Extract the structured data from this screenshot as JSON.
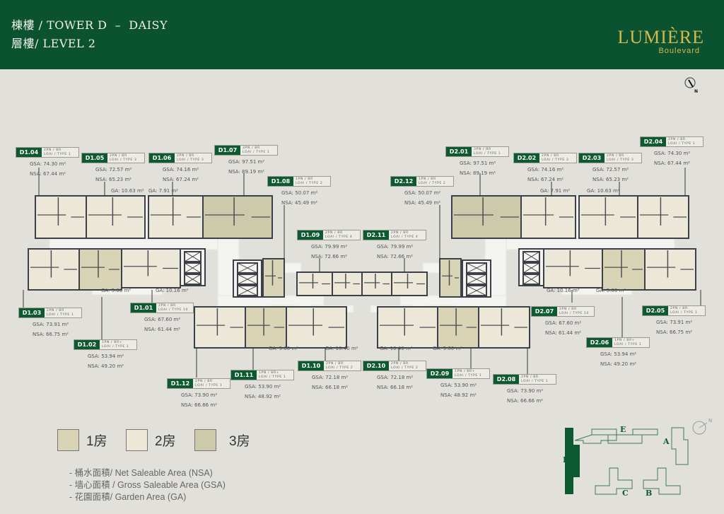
{
  "header": {
    "title_line1": "棟樓 / TOWER D  –  DAISY",
    "title_line2": "層樓/ LEVEL 2",
    "logo_main": "LUMIÈRE",
    "logo_sub": "Boulevard"
  },
  "compass": {
    "north_label": "N"
  },
  "units": [
    {
      "id": "D1.04",
      "rooms": "2PN / BR",
      "type": "LOẠI / TYPE 1",
      "gsa": "GSA: 74.30 m²",
      "nsa": "NSA: 67.44 m²"
    },
    {
      "id": "D1.05",
      "rooms": "2PN / BR",
      "type": "LOẠI / TYPE 3",
      "gsa": "GSA: 72.57 m²",
      "nsa": "NSA: 65.23 m²"
    },
    {
      "id": "D1.06",
      "rooms": "2PN / BR",
      "type": "LOẠI / TYPE 3",
      "gsa": "GSA: 74.16 m²",
      "nsa": "NSA: 67.24 m²"
    },
    {
      "id": "D1.07",
      "rooms": "3PN / BR",
      "type": "LOẠI / TYPE 1",
      "gsa": "GSA: 97.51 m²",
      "nsa": "NSA: 89.19 m²"
    },
    {
      "id": "D1.08",
      "rooms": "1PN / BR",
      "type": "LOẠI / TYPE 2",
      "gsa": "GSA: 50.07 m²",
      "nsa": "NSA: 45.49 m²"
    },
    {
      "id": "D1.09",
      "rooms": "2PN / BR",
      "type": "LOẠI / TYPE 4",
      "gsa": "GSA: 79.99 m²",
      "nsa": "NSA: 72.66 m²"
    },
    {
      "id": "D2.11",
      "rooms": "2PN / BR",
      "type": "LOẠI / TYPE 4",
      "gsa": "GSA: 79.99 m²",
      "nsa": "NSA: 72.66 m²"
    },
    {
      "id": "D2.12",
      "rooms": "1PN / BR",
      "type": "LOẠI / TYPE 2",
      "gsa": "GSA: 50.07 m²",
      "nsa": "NSA: 45.49 m²"
    },
    {
      "id": "D2.01",
      "rooms": "3PN / BR",
      "type": "LOẠI / TYPE 1",
      "gsa": "GSA: 97.51 m²",
      "nsa": "NSA: 89.19 m²"
    },
    {
      "id": "D2.02",
      "rooms": "2PN / BR",
      "type": "LOẠI / TYPE 3",
      "gsa": "GSA: 74.16 m²",
      "nsa": "NSA: 67.24 m²"
    },
    {
      "id": "D2.03",
      "rooms": "2PN / BR",
      "type": "LOẠI / TYPE 3",
      "gsa": "GSA: 72.57 m²",
      "nsa": "NSA: 65.23 m²"
    },
    {
      "id": "D2.04",
      "rooms": "2PN / BR",
      "type": "LOẠI / TYPE 1",
      "gsa": "GSA: 74.30 m²",
      "nsa": "NSA: 67.44 m²"
    },
    {
      "id": "D1.03",
      "rooms": "2PN / BR",
      "type": "LOẠI / TYPE 1",
      "gsa": "GSA: 73.91 m²",
      "nsa": "NSA: 66.75 m²"
    },
    {
      "id": "D1.02",
      "rooms": "1PN / BR+",
      "type": "LOẠI / TYPE 1",
      "gsa": "GSA: 53.94 m²",
      "nsa": "NSA: 49.20 m²"
    },
    {
      "id": "D1.01",
      "rooms": "2PN / BR",
      "type": "LOẠI / TYPE 10",
      "gsa": "GSA: 67.60 m²",
      "nsa": "NSA: 61.44 m²"
    },
    {
      "id": "D1.12",
      "rooms": "2PN / BR",
      "type": "LOẠI / TYPE 1",
      "gsa": "GSA: 73.90 m²",
      "nsa": "NSA: 66.66 m²"
    },
    {
      "id": "D1.11",
      "rooms": "1PN / BR+",
      "type": "LOẠI / TYPE 1",
      "gsa": "GSA: 53.90 m²",
      "nsa": "NSA: 48.92 m²"
    },
    {
      "id": "D1.10",
      "rooms": "2PN / BR",
      "type": "LOẠI / TYPE 2",
      "gsa": "GSA: 72.18 m²",
      "nsa": "NSA: 66.18 m²"
    },
    {
      "id": "D2.10",
      "rooms": "2PN / BR",
      "type": "LOẠI / TYPE 2",
      "gsa": "GSA: 72.18 m²",
      "nsa": "NSA: 66.18 m²"
    },
    {
      "id": "D2.09",
      "rooms": "1PN / BR+",
      "type": "LOẠI / TYPE 1",
      "gsa": "GSA: 53.90 m²",
      "nsa": "NSA: 48.92 m²"
    },
    {
      "id": "D2.08",
      "rooms": "2PN / BR",
      "type": "LOẠI / TYPE 1",
      "gsa": "GSA: 73.90 m²",
      "nsa": "NSA: 66.66 m²"
    },
    {
      "id": "D2.07",
      "rooms": "2PN / BR",
      "type": "LOẠI / TYPE 10",
      "gsa": "GSA: 67.60 m²",
      "nsa": "NSA: 61.44 m²"
    },
    {
      "id": "D2.06",
      "rooms": "1PN / BR+",
      "type": "LOẠI / TYPE 1",
      "gsa": "GSA: 53.94 m²",
      "nsa": "NSA: 49.20 m²"
    },
    {
      "id": "D2.05",
      "rooms": "2PN / BR",
      "type": "LOẠI / TYPE 1",
      "gsa": "GSA: 73.91 m²",
      "nsa": "NSA: 66.75 m²"
    }
  ],
  "garden_areas": [
    "GA: 10.63 m²",
    "GA: 7.91 m²",
    "GA: 7.91 m²",
    "GA: 10.63 m²",
    "GA: 5.00 m²",
    "GA: 10.16 m²",
    "GA: 10.16 m²",
    "GA: 5.00 m²",
    "GA: 5.00 m²",
    "GA: 10.40 m²",
    "GA: 10.40 m²",
    "GA: 5.00 m²"
  ],
  "legend": {
    "items": [
      {
        "label": "1房",
        "color": "#d9d4b6"
      },
      {
        "label": "2房",
        "color": "#ede7d8"
      },
      {
        "label": "3房",
        "color": "#cdc9ab"
      }
    ],
    "notes": [
      "- 桶水面積/ Net Saleable Area (NSA)",
      "- 墙心面積 / Gross Saleable Area (GSA)",
      "- 花園面積/ Garden Area (GA)"
    ]
  },
  "keyplan": {
    "towers": [
      "A",
      "B",
      "C",
      "D",
      "E"
    ],
    "north_label": "N",
    "highlight": "#0d5a30"
  },
  "colors": {
    "header": "#0b5231",
    "label": "#0d5a30",
    "gold": "#d4b94a"
  }
}
